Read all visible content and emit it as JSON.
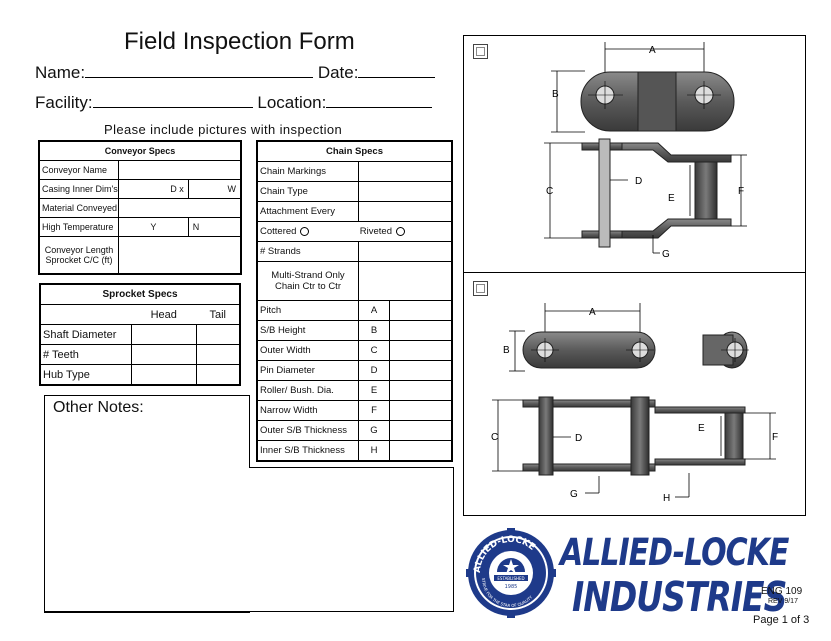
{
  "form": {
    "title": "Field Inspection Form",
    "name_label": "Name:",
    "date_label": "Date:",
    "facility_label": "Facility:",
    "location_label": "Location:",
    "instruction": "Please include pictures with inspection"
  },
  "conveyor_specs": {
    "title": "Conveyor Specs",
    "rows": [
      {
        "label": "Conveyor Name"
      },
      {
        "label": "Casing Inner Dim's",
        "mid": "D  x",
        "right": "W"
      },
      {
        "label": "Material Conveyed"
      },
      {
        "label": "High Temperature",
        "mid": "Y",
        "right": "N"
      },
      {
        "label_line1": "Conveyor Length",
        "label_line2": "Sprocket C/C (ft)"
      }
    ]
  },
  "sprocket_specs": {
    "title": "Sprocket Specs",
    "col_head": "Head",
    "col_tail": "Tail",
    "rows": [
      "Shaft Diameter",
      "# Teeth",
      "Hub Type"
    ]
  },
  "chain_specs": {
    "title": "Chain Specs",
    "rows": [
      "Chain Markings",
      "Chain Type",
      "Attachment Every"
    ],
    "cottered": "Cottered",
    "riveted": "Riveted",
    "strands": "# Strands",
    "multi_line1": "Multi-Strand Only",
    "multi_line2": "Chain Ctr to Ctr",
    "dims": [
      {
        "label": "Pitch",
        "code": "A"
      },
      {
        "label": "S/B Height",
        "code": "B"
      },
      {
        "label": "Outer Width",
        "code": "C"
      },
      {
        "label": "Pin Diameter",
        "code": "D"
      },
      {
        "label": "Roller/ Bush. Dia.",
        "code": "E"
      },
      {
        "label": "Narrow Width",
        "code": "F"
      },
      {
        "label": "Outer S/B Thickness",
        "code": "G"
      },
      {
        "label": "Inner S/B Thickness",
        "code": "H"
      }
    ]
  },
  "notes": {
    "label": "Other Notes:"
  },
  "diagram_labels": {
    "a": "A",
    "b": "B",
    "c": "C",
    "d": "D",
    "e": "E",
    "f": "F",
    "g": "G",
    "h": "H"
  },
  "logo": {
    "line1": "ALLIED-LOCKE",
    "line2": "INDUSTRIES",
    "seal_top": "ALLIED-LOCKE",
    "seal_mid": "ESTABLISHED",
    "seal_year": "1985",
    "seal_bottom": "STRIVE FOR THE STAR OF QUALITY",
    "brand_color": "#1e3a8a"
  },
  "footer": {
    "doc_code": "ENG 109",
    "rev": "REV 9/17",
    "page": "Page 1 of 3"
  }
}
